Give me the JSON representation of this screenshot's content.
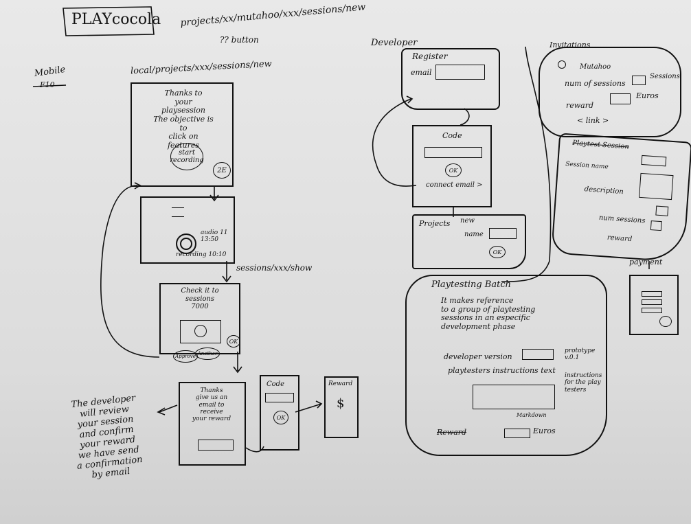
{
  "title": "PLAYcocola",
  "left_tag": "Mobile",
  "left_tag_sub": "F10",
  "url_new": "local/projects/xxx/sessions/new",
  "url_top": "projects/xx/mutahoo/xxx/sessions/new",
  "url_top_note": "?? button",
  "url_show": "sessions/xxx/show",
  "screen1": {
    "text": "Thanks to\nyour\nplaysession\nThe objective is to\nclick on features",
    "button": "start\nrecording",
    "corner": "2E"
  },
  "screen2": {
    "meta": "audio 11\n13:50\n",
    "recording": "recording 10:10"
  },
  "screen3": {
    "text": "Check it to\nsessions\n7000",
    "badges": [
      "Approve",
      "Another"
    ],
    "ok": "OK"
  },
  "screen4": {
    "text": "Thanks\ngive us an\nemail to\nreceive\nyour reward"
  },
  "screen5": {
    "title": "Code",
    "ok": "OK"
  },
  "screen6": {
    "title": "Reward",
    "symbol": "$"
  },
  "developer_note": "The developer\nwill review\nyour session\nand confirm\nyour reward\nwe have send\na confirmation\nby email",
  "developer": {
    "label": "Developer",
    "register": {
      "title": "Register",
      "email": "email"
    },
    "code": {
      "title": "Code",
      "ok": "OK",
      "link": "connect email >"
    },
    "projects": {
      "title": "Projects",
      "new": "new",
      "name": "name",
      "ok": "OK"
    }
  },
  "batch": {
    "title": "Playtesting Batch",
    "description": "It makes reference\nto a group of playtesting\nsessions in an especific\ndevelopment phase",
    "version_label": "developer version",
    "version_value": "prototype v.0.1",
    "tasks_label": "playtesters instructions text",
    "tasks_note": "instructions\nfor the play\ntesters",
    "markdown": "Markdown",
    "reward_label": "Reward",
    "reward_unit": "Euros"
  },
  "invitations": {
    "title": "Invitations",
    "checkbox_label": "Mutahoo",
    "sessions_label": "num of sessions",
    "sessions_unit": "Sessions",
    "reward_label": "reward",
    "reward_unit": "Euros",
    "link": "< link >"
  },
  "playtest_session": {
    "title": "Playtest Session",
    "name_label": "Session name",
    "desc_label": "description",
    "sessions_label": "num sessions",
    "reward_label": "reward"
  },
  "payment": {
    "label": "payment"
  }
}
